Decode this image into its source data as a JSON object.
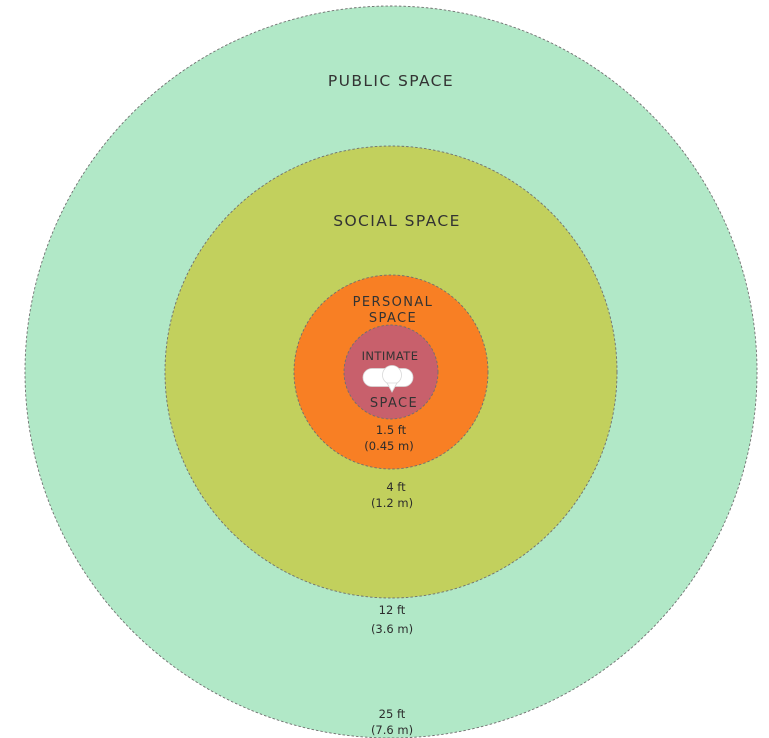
{
  "zones": {
    "public": {
      "title": "PUBLIC SPACE",
      "distance_ft": "25 ft",
      "distance_m": "(7.6 m)",
      "color": "#b1e8c7"
    },
    "social": {
      "title": "SOCIAL SPACE",
      "distance_ft": "12 ft",
      "distance_m": "(3.6 m)",
      "color": "#c2d05d"
    },
    "personal": {
      "title_line1": "PERSONAL",
      "title_line2": "SPACE",
      "distance_ft": "4 ft",
      "distance_m": "(1.2 m)",
      "color": "#f87f24"
    },
    "intimate": {
      "title_line1": "INTIMATE",
      "title_line2": "SPACE",
      "distance_ft": "1.5 ft",
      "distance_m": "(0.45 m)",
      "color": "#c8606c"
    }
  },
  "center_icon": "person-top-view-icon"
}
